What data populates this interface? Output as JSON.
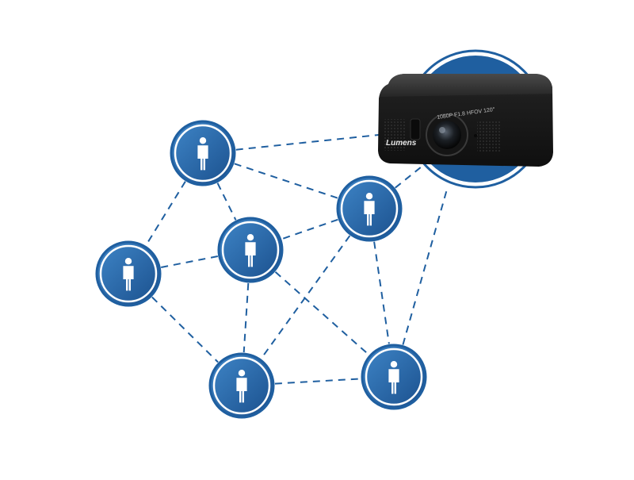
{
  "diagram": {
    "colors": {
      "node_fill": "#1f5fa0",
      "node_fill_light": "#3f86c8",
      "ring": "#ffffff",
      "edge": "#1f5fa0",
      "camera_body": "#1c1c1c"
    },
    "camera": {
      "brand": "Lumens",
      "lens_text": "1080P  F1.8  HFOV  120°"
    },
    "nodes": [
      {
        "id": "p1",
        "icon": "person-icon"
      },
      {
        "id": "p2",
        "icon": "person-icon"
      },
      {
        "id": "p3",
        "icon": "person-icon"
      },
      {
        "id": "p4",
        "icon": "person-icon"
      },
      {
        "id": "p5",
        "icon": "person-icon"
      },
      {
        "id": "p6",
        "icon": "person-icon"
      }
    ],
    "edges": [
      [
        "p1",
        "cam"
      ],
      [
        "p1",
        "p3"
      ],
      [
        "p1",
        "p4"
      ],
      [
        "p1",
        "p2"
      ],
      [
        "p3",
        "cam"
      ],
      [
        "p3",
        "p4"
      ],
      [
        "p3",
        "p5"
      ],
      [
        "p3",
        "p6"
      ],
      [
        "p2",
        "p4"
      ],
      [
        "p2",
        "p5"
      ],
      [
        "p4",
        "p5"
      ],
      [
        "p4",
        "p6"
      ],
      [
        "p5",
        "p6"
      ],
      [
        "p6",
        "cam"
      ]
    ]
  }
}
